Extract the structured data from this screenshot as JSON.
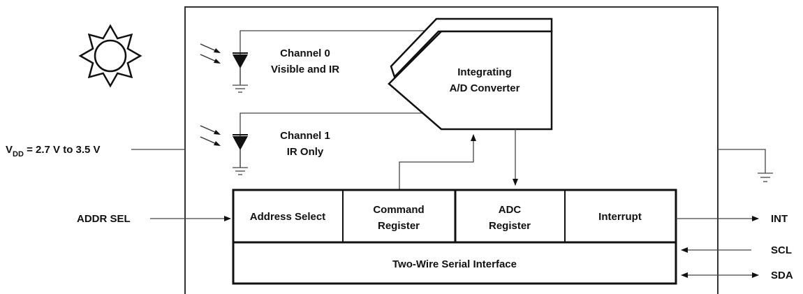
{
  "vdd": {
    "prefix": "V",
    "subscript": "DD",
    "rest": " = 2.7 V to 3.5 V"
  },
  "channel0": {
    "line1": "Channel 0",
    "line2": "Visible and IR"
  },
  "channel1": {
    "line1": "Channel 1",
    "line2": "IR Only"
  },
  "adc": {
    "line1": "Integrating",
    "line2": "A/D Converter"
  },
  "blocks": {
    "address_select": "Address Select",
    "command_register": {
      "line1": "Command",
      "line2": "Register"
    },
    "adc_register": {
      "line1": "ADC",
      "line2": "Register"
    },
    "interrupt": "Interrupt",
    "serial_interface": "Two-Wire Serial Interface"
  },
  "pins": {
    "addr_sel": "ADDR SEL",
    "int": "INT",
    "scl": "SCL",
    "sda": "SDA"
  }
}
